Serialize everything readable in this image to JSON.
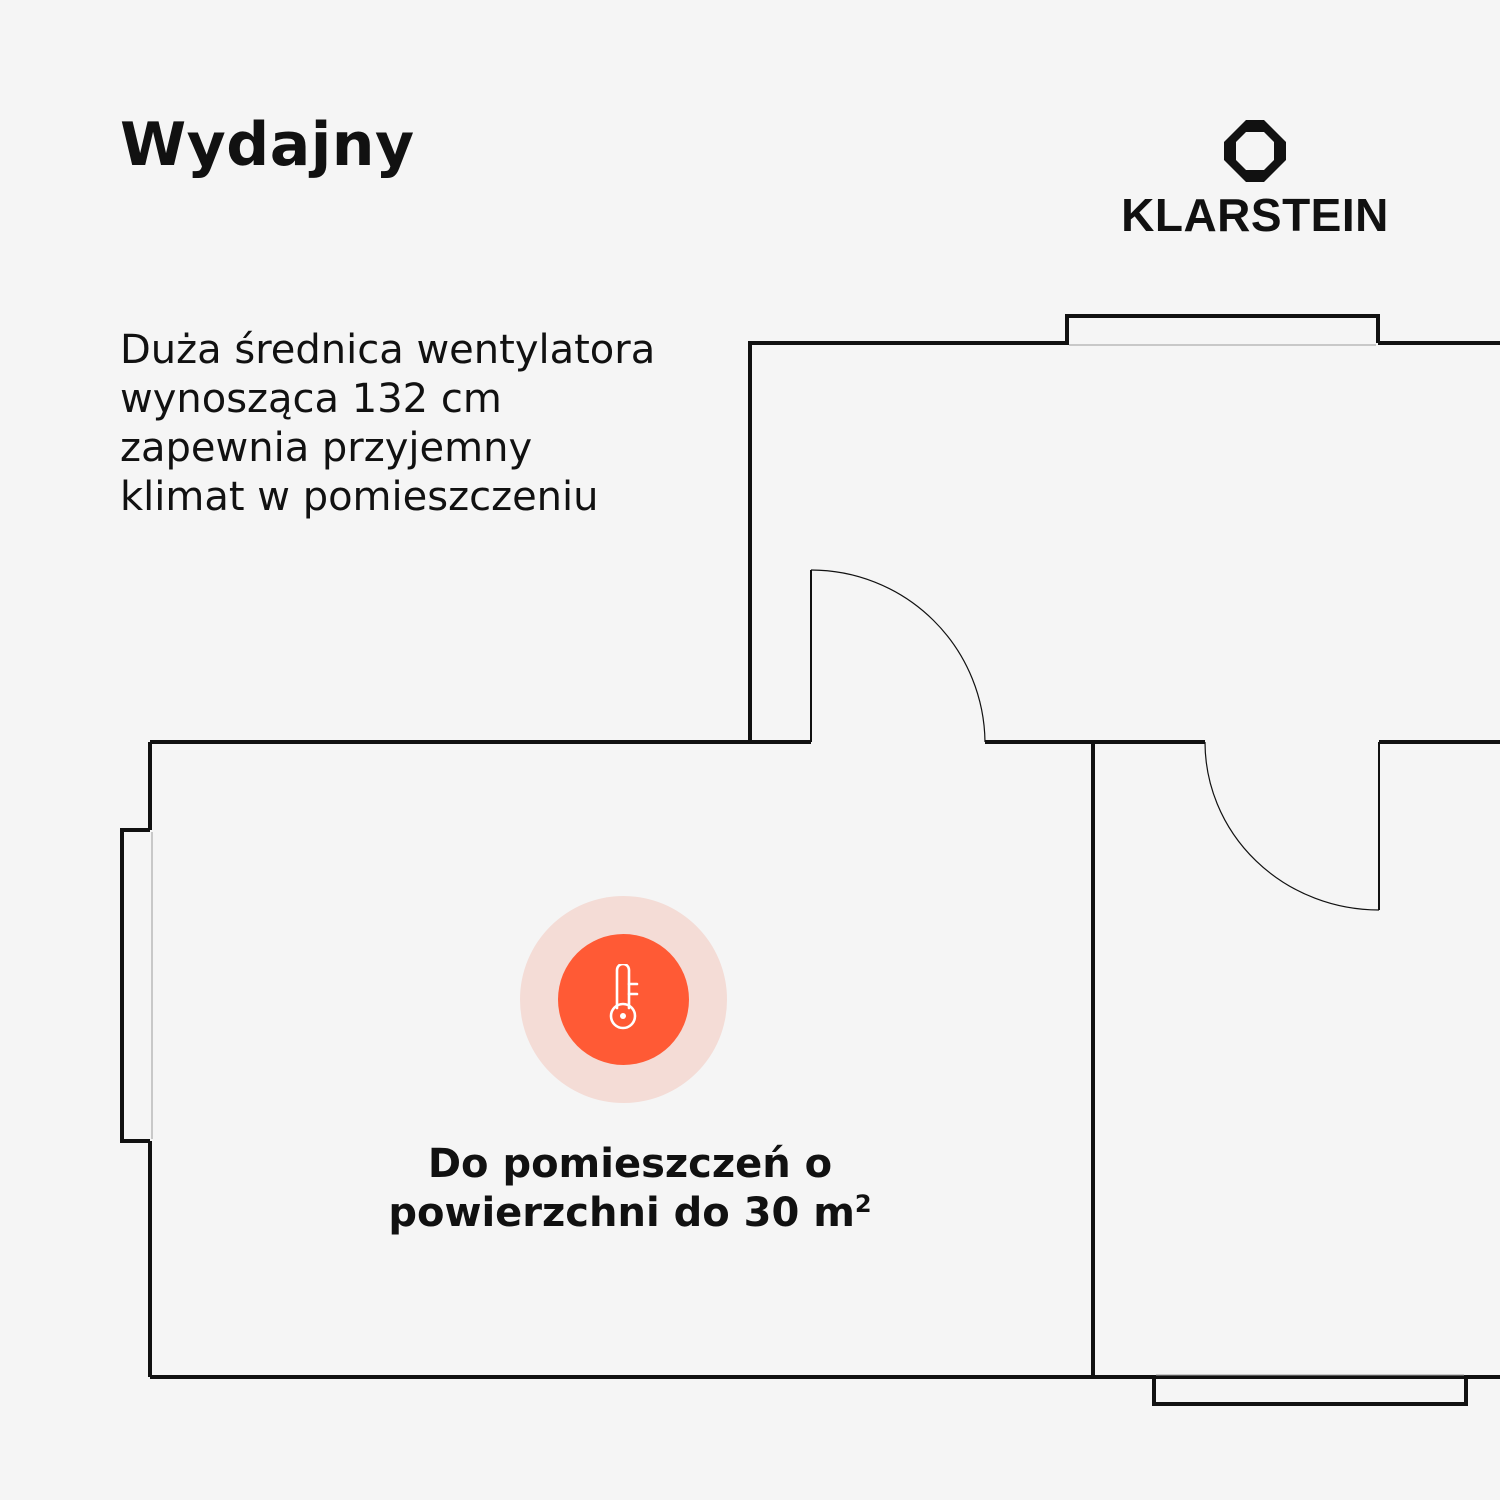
{
  "headline": "Wydajny",
  "brand": {
    "name": "KLARSTEIN",
    "logo_icon": "klarstein-diamond-icon"
  },
  "description_lines": [
    "Duża średnica wentylatora",
    "wynosząca 132 cm",
    "zapewnia przyjemny",
    "klimat w pomieszczeniu"
  ],
  "badge": {
    "icon": "thermometer-icon",
    "accent_color": "#ff5a35",
    "halo_color": "#f4dcd6"
  },
  "area_caption": {
    "line1": "Do pomieszczeń o",
    "line2": "powierzchni do 30 m",
    "superscript": "2"
  },
  "colors": {
    "background": "#f5f5f5",
    "walls": "#111111"
  }
}
